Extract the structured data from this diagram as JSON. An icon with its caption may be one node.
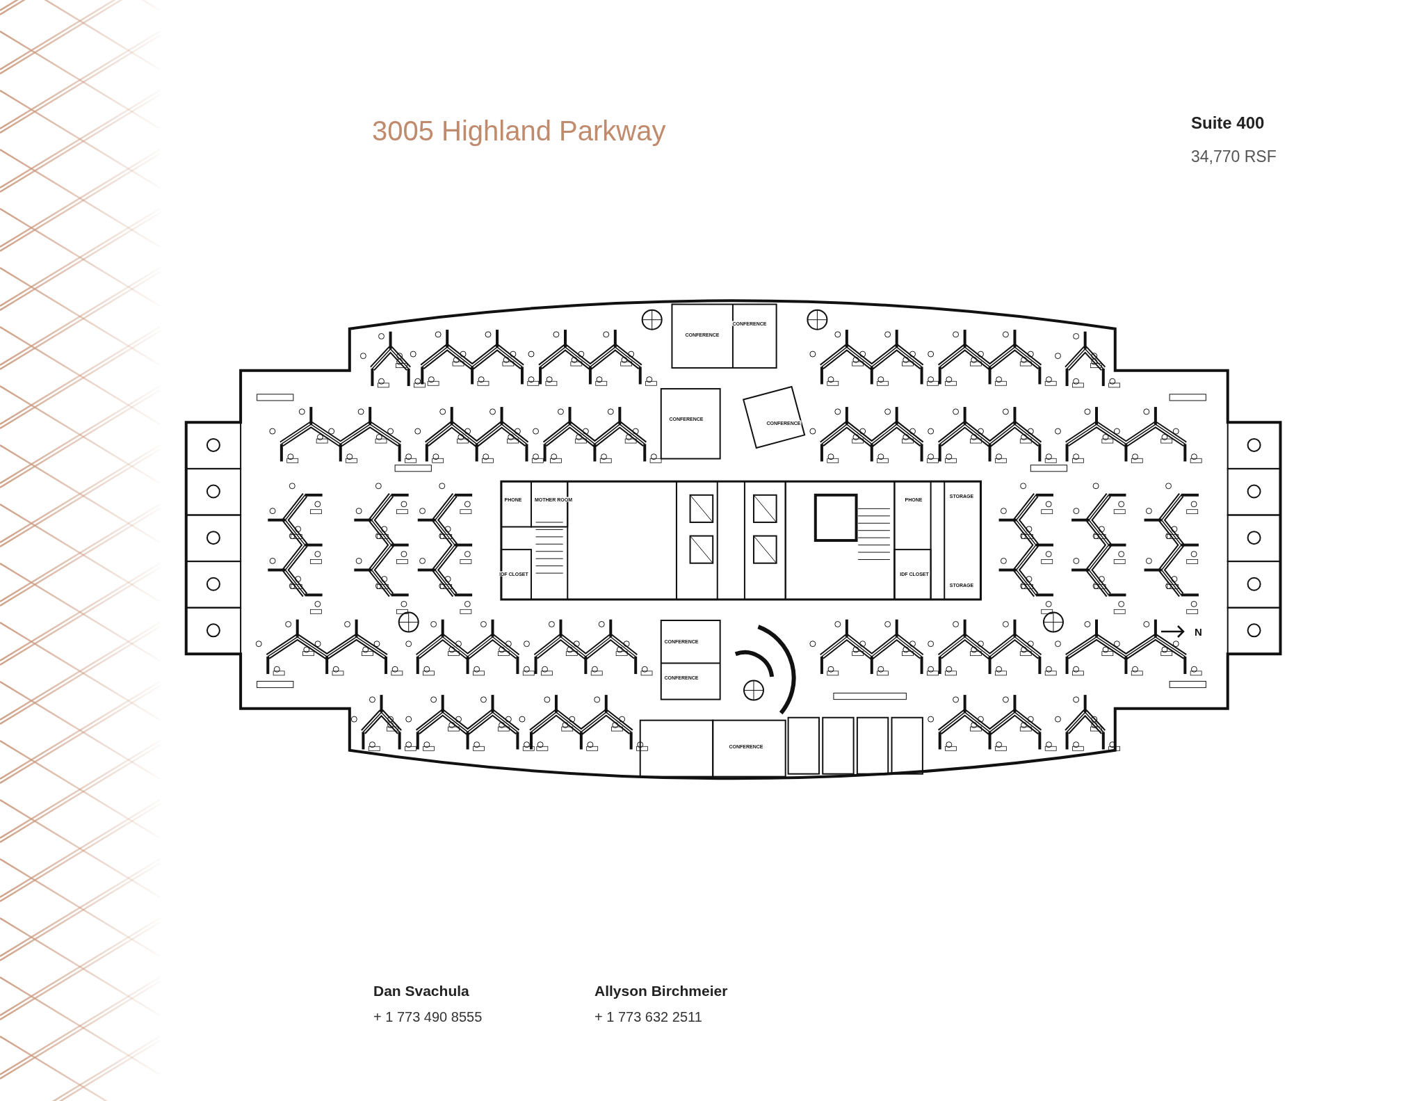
{
  "diagram": {
    "title": "3005 Highland Parkway",
    "labels": [
      "Suite 400",
      "34,770 RSF",
      "CONFERENCE",
      "CONFERENCE",
      "CONFERENCE",
      "CONFERENCE",
      "PHONE",
      "MOTHER ROOM",
      "IDF CLOSET",
      "PHONE",
      "IDF CLOSET",
      "STORAGE",
      "STORAGE",
      "N",
      "CONFERENCE",
      "CONFERENCE",
      "CONFERENCE",
      "Dan Svachula",
      "+ 1 773 490 8555",
      "Allyson Birchmeier",
      "+ 1 773 632 2511"
    ]
  }
}
